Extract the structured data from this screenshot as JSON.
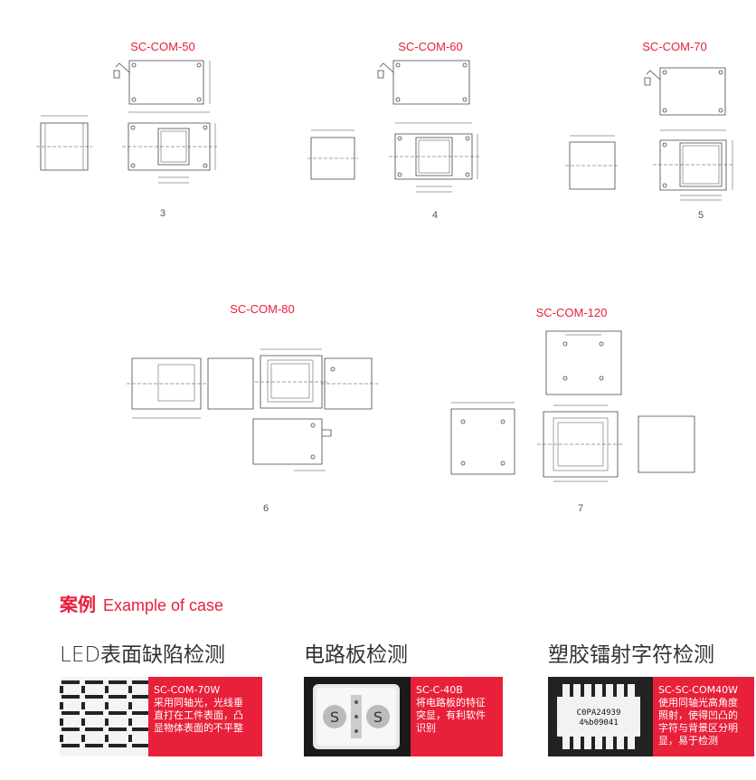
{
  "drawings": [
    {
      "model": "SC-COM-50",
      "number": "3"
    },
    {
      "model": "SC-COM-60",
      "number": "4"
    },
    {
      "model": "SC-COM-70",
      "number": "5"
    },
    {
      "model": "SC-COM-80",
      "number": "6"
    },
    {
      "model": "SC-COM-120",
      "number": "7"
    }
  ],
  "case_section": {
    "title_cn": "案例",
    "title_en": "Example of case"
  },
  "cases": [
    {
      "title": "LED表面缺陷检测",
      "model": "SC-COM-70W",
      "lines": [
        "采用同轴光，光线垂",
        "直打在工件表面，凸",
        "显物体表面的不平整"
      ]
    },
    {
      "title": "电路板检测",
      "model": "SC-C-40B",
      "lines": [
        "将电路板的特征",
        "突显，有利软件",
        "识别"
      ]
    },
    {
      "title": "塑胶镭射字符检测",
      "model": "SC-SC-COM40W",
      "lines": [
        "使用同轴光高角度",
        "照射，使得凹凸的",
        "字符与背景区分明",
        "显，易于检测"
      ]
    }
  ],
  "photo_labels": {
    "chip_code_line1": "C0PA24939",
    "chip_code_line2": "4%b09041"
  },
  "colors": {
    "accent": "#e8203a",
    "photo_dark": "#1a1a1a"
  }
}
